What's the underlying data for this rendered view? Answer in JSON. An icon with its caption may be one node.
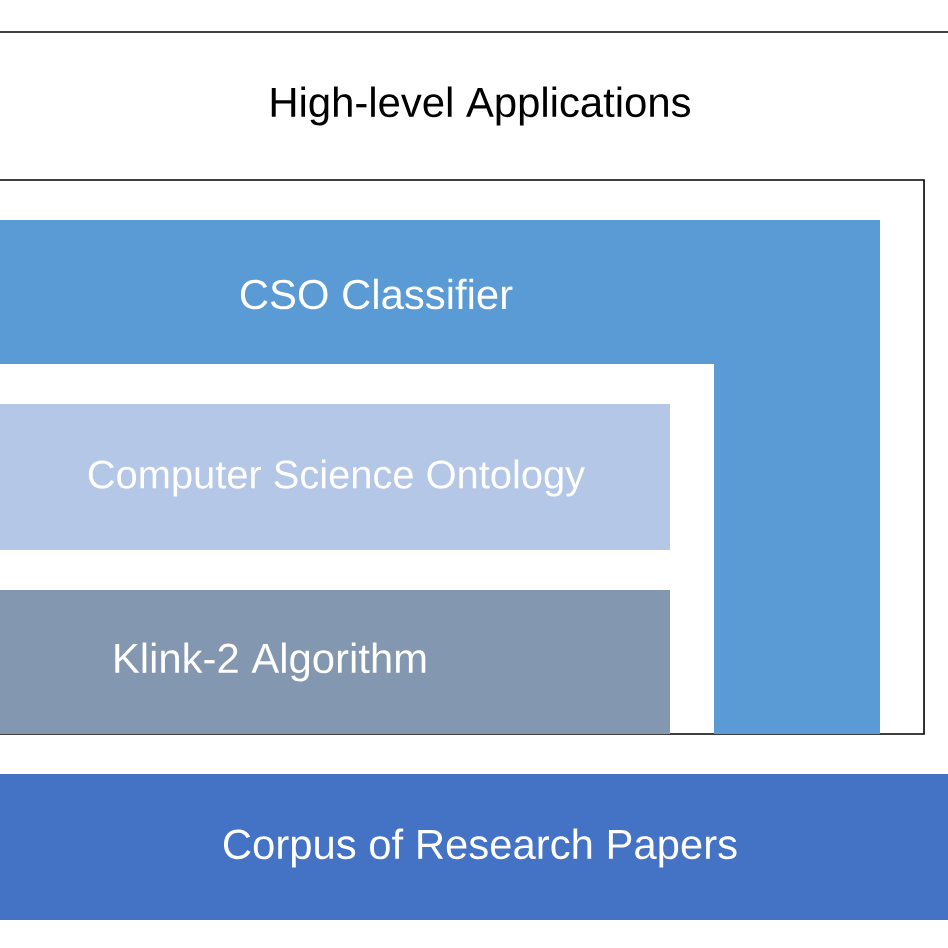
{
  "diagram": {
    "nodes": [
      {
        "text": [
          "High-level Applications"
        ]
      },
      {
        "text": [
          "CSO Classifier"
        ],
        "in": 0
      },
      {
        "text": [
          "Computer Science Ontology"
        ],
        "in": 1
      },
      {
        "text": [
          "Klink-2 Algorithm"
        ],
        "in": 1
      },
      {
        "text": [
          "Corpus of Research Papers"
        ]
      }
    ]
  }
}
